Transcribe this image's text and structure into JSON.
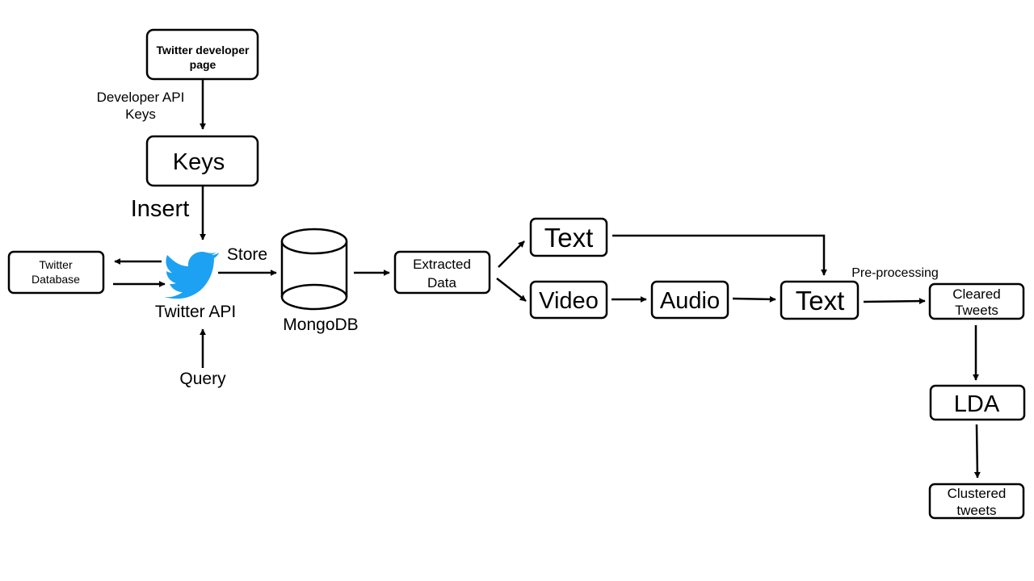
{
  "nodes": {
    "twitter_dev_page": [
      "Twitter developer",
      "page"
    ],
    "keys": "Keys",
    "twitter_database": [
      "Twitter",
      "Database"
    ],
    "twitter_api": "Twitter API",
    "mongodb": "MongoDB",
    "extracted_data": [
      "Extracted",
      "Data"
    ],
    "text_top": "Text",
    "video": "Video",
    "audio": "Audio",
    "text_merged": "Text",
    "cleared_tweets": [
      "Cleared",
      "Tweets"
    ],
    "lda": "LDA",
    "clustered_tweets": [
      "Clustered",
      "tweets"
    ]
  },
  "edge_labels": {
    "developer_api_keys": [
      "Developer API",
      "Keys"
    ],
    "insert": "Insert",
    "store": "Store",
    "query": "Query",
    "pre_processing": "Pre-processing"
  },
  "colors": {
    "twitter_bird": "#1da1f2",
    "stroke": "#000000",
    "background": "#ffffff"
  },
  "icons": {
    "twitter_api": "twitter-bird-icon",
    "mongodb": "database-cylinder-icon"
  }
}
